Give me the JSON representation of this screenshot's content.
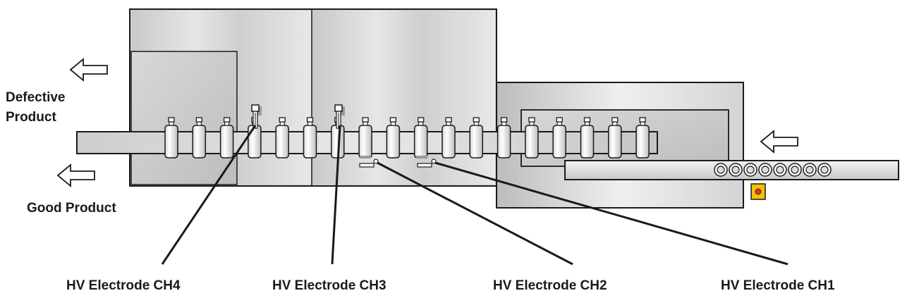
{
  "labels": {
    "defective_line1": "Defective",
    "defective_line2": "Product",
    "good": "Good Product",
    "ch4": "HV Electrode CH4",
    "ch3": "HV Electrode CH3",
    "ch2": "HV Electrode CH2",
    "ch1": "HV Electrode CH1"
  },
  "colors": {
    "outline": "#1a1a1a",
    "panel_light": "#f4f4f4",
    "panel_dark": "#b8b8b8",
    "indicator": "#f2c200",
    "indicator_dot": "#d2303a"
  }
}
